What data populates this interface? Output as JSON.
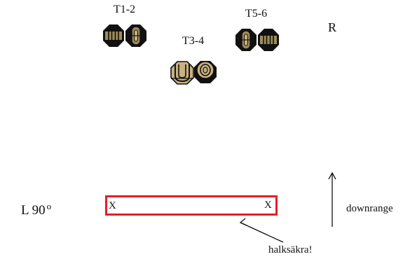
{
  "targets": [
    {
      "label": "T1-2",
      "kind": "dark"
    },
    {
      "label": "T3-4",
      "kind": "light"
    },
    {
      "label": "T5-6",
      "kind": "dark"
    }
  ],
  "right_side_label": "R",
  "left_side_label": "L 90",
  "degree_symbol": "o",
  "barrier": {
    "left_mark": "X",
    "right_mark": "X",
    "border_color": "#e0202a"
  },
  "note_label": "halksäkra!",
  "direction_label": "downrange",
  "colors": {
    "target_dark": "#111111",
    "target_tan": "#a08c5a",
    "target_light": "#c8b280"
  }
}
